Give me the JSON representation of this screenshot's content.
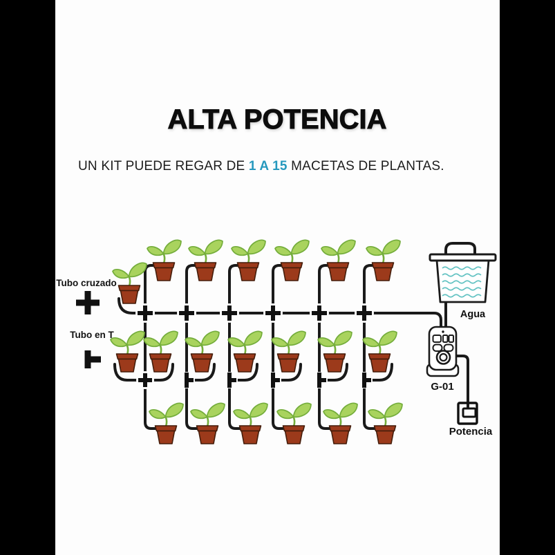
{
  "header": {
    "title": "ALTA POTENCIA",
    "subtitle": {
      "prefix": "UN KIT PUEDE REGAR DE ",
      "highlight": "1 A 15",
      "suffix": " MACETAS DE PLANTAS."
    }
  },
  "legend": {
    "cross_label": "Tubo cruzado",
    "tee_label": "Tubo en T"
  },
  "diagram": {
    "water_tank_label": "Agua",
    "controller_label": "G-01",
    "power_label": "Potencia",
    "pot_count": 20
  },
  "icons": {
    "plant_pot": "plant-pot-icon",
    "cross_connector": "cross-connector-icon",
    "tee_connector": "tee-connector-icon",
    "water_tank": "water-tank-icon",
    "controller": "controller-icon",
    "power_plug": "power-plug-icon"
  },
  "colors": {
    "highlight_blue": "#2699BE",
    "leaf_green": "#a9d35e",
    "leaf_outline": "#74ad3b",
    "pot_terracotta": "#9c3a1b",
    "tube_black": "#1a1a1a",
    "water_teal": "#63c3c3"
  }
}
